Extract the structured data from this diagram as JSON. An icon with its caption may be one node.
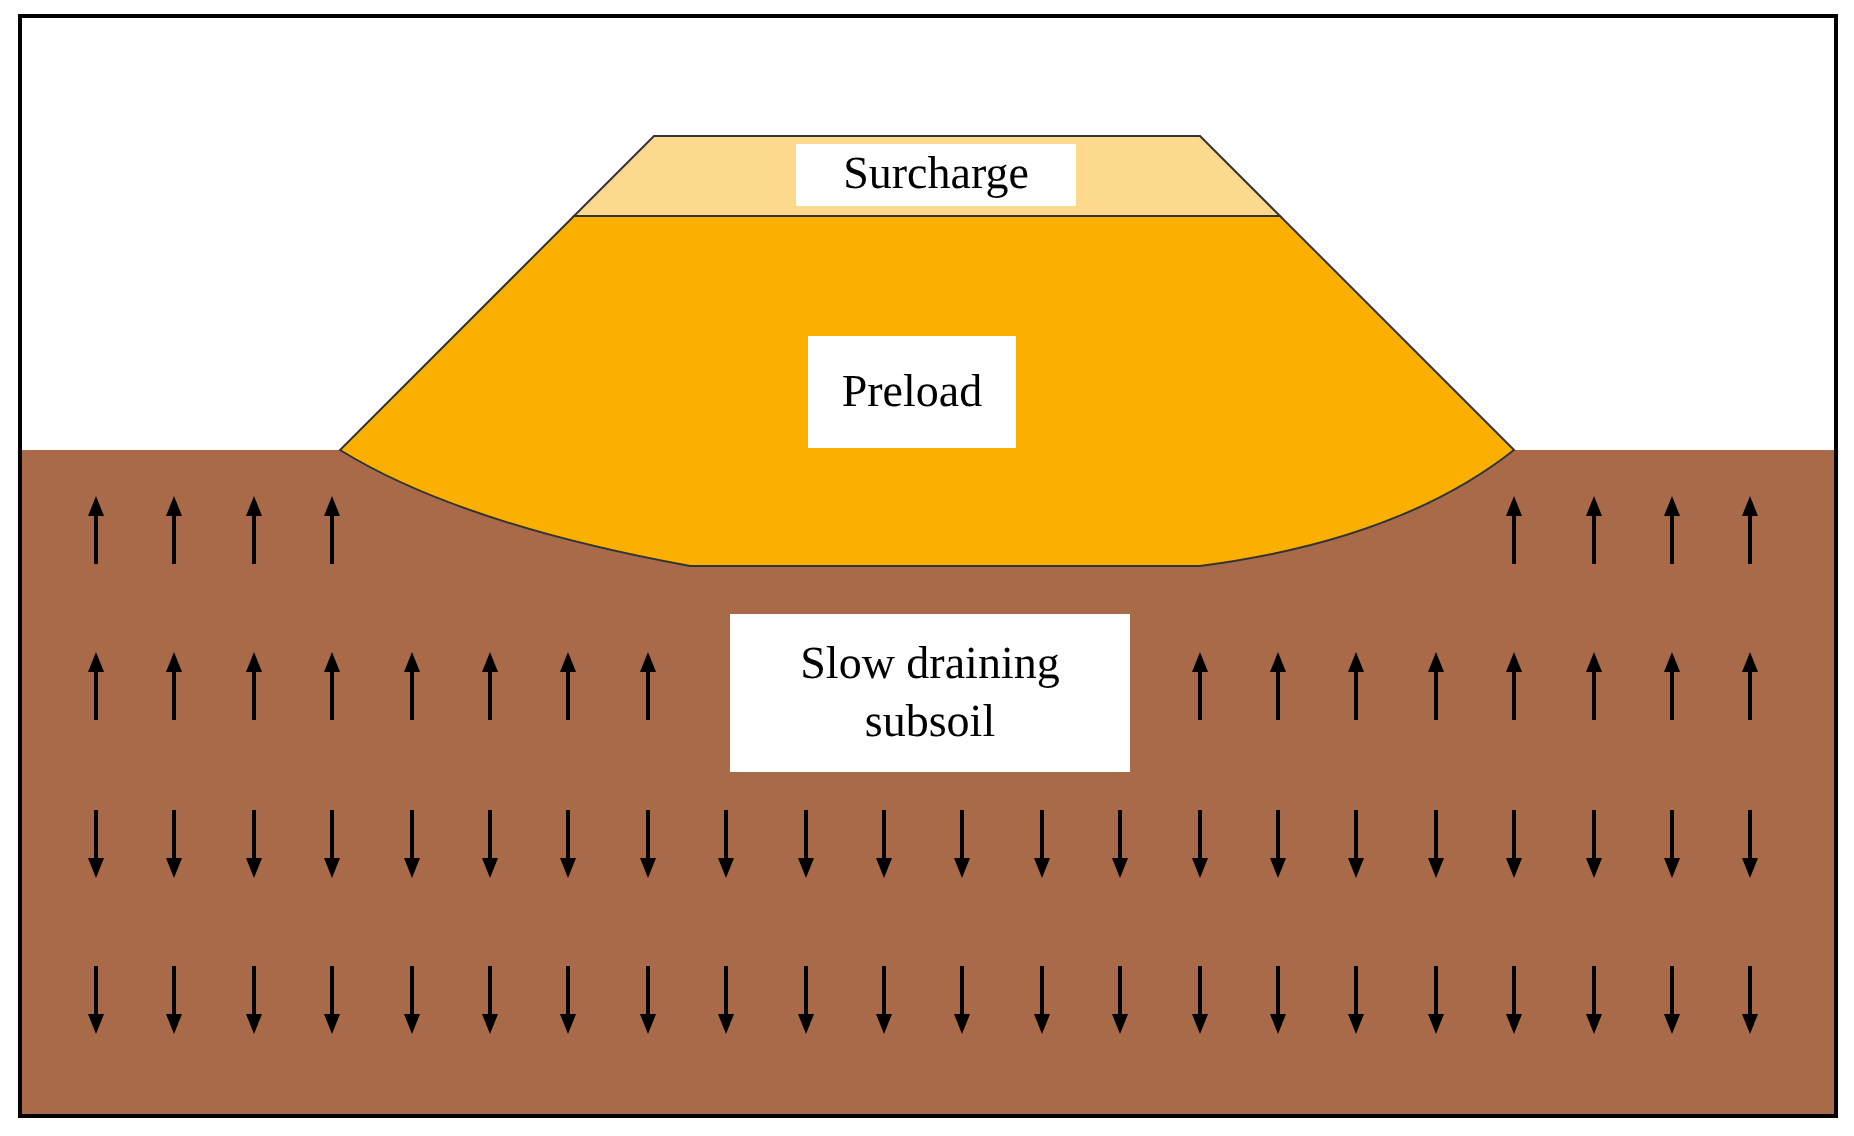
{
  "diagram": {
    "labels": [
      "Surcharge",
      "Preload",
      "Slow draining subsoil"
    ]
  }
}
